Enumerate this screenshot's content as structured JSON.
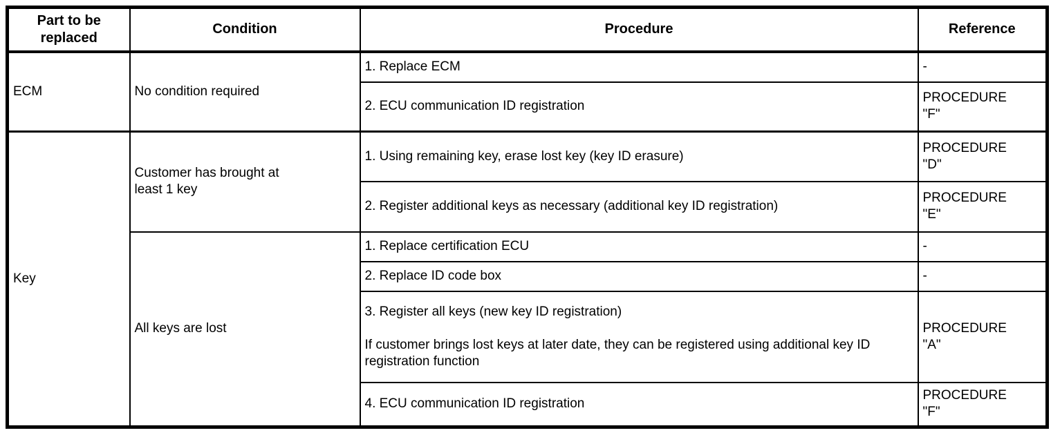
{
  "table": {
    "headers": {
      "part": "Part to be replaced",
      "condition": "Condition",
      "procedure": "Procedure",
      "reference": "Reference"
    },
    "sections": [
      {
        "part": "ECM",
        "conditions": [
          {
            "condition": "No condition required",
            "steps": [
              {
                "procedure": "1. Replace ECM",
                "reference": "-"
              },
              {
                "procedure": "2. ECU communication ID registration",
                "reference": "PROCEDURE\n\"F\""
              }
            ]
          }
        ]
      },
      {
        "part": "Key",
        "conditions": [
          {
            "condition": "Customer has brought at\nleast 1 key",
            "steps": [
              {
                "procedure": "1. Using remaining key, erase lost key (key ID erasure)",
                "reference": "PROCEDURE\n\"D\""
              },
              {
                "procedure": "2. Register additional keys as necessary (additional key ID registration)",
                "reference": "PROCEDURE\n\"E\""
              }
            ]
          },
          {
            "condition": "All keys are lost",
            "steps": [
              {
                "procedure": "1. Replace certification ECU",
                "reference": "-"
              },
              {
                "procedure": "2. Replace ID code box",
                "reference": "-"
              },
              {
                "procedure": "3. Register all keys (new key ID registration)",
                "procedure_note": "If customer brings lost keys at later date, they can be registered using additional key ID registration function",
                "reference": "PROCEDURE\n\"A\""
              },
              {
                "procedure": "4. ECU communication ID registration",
                "reference": "PROCEDURE\n\"F\""
              }
            ]
          }
        ]
      }
    ]
  }
}
